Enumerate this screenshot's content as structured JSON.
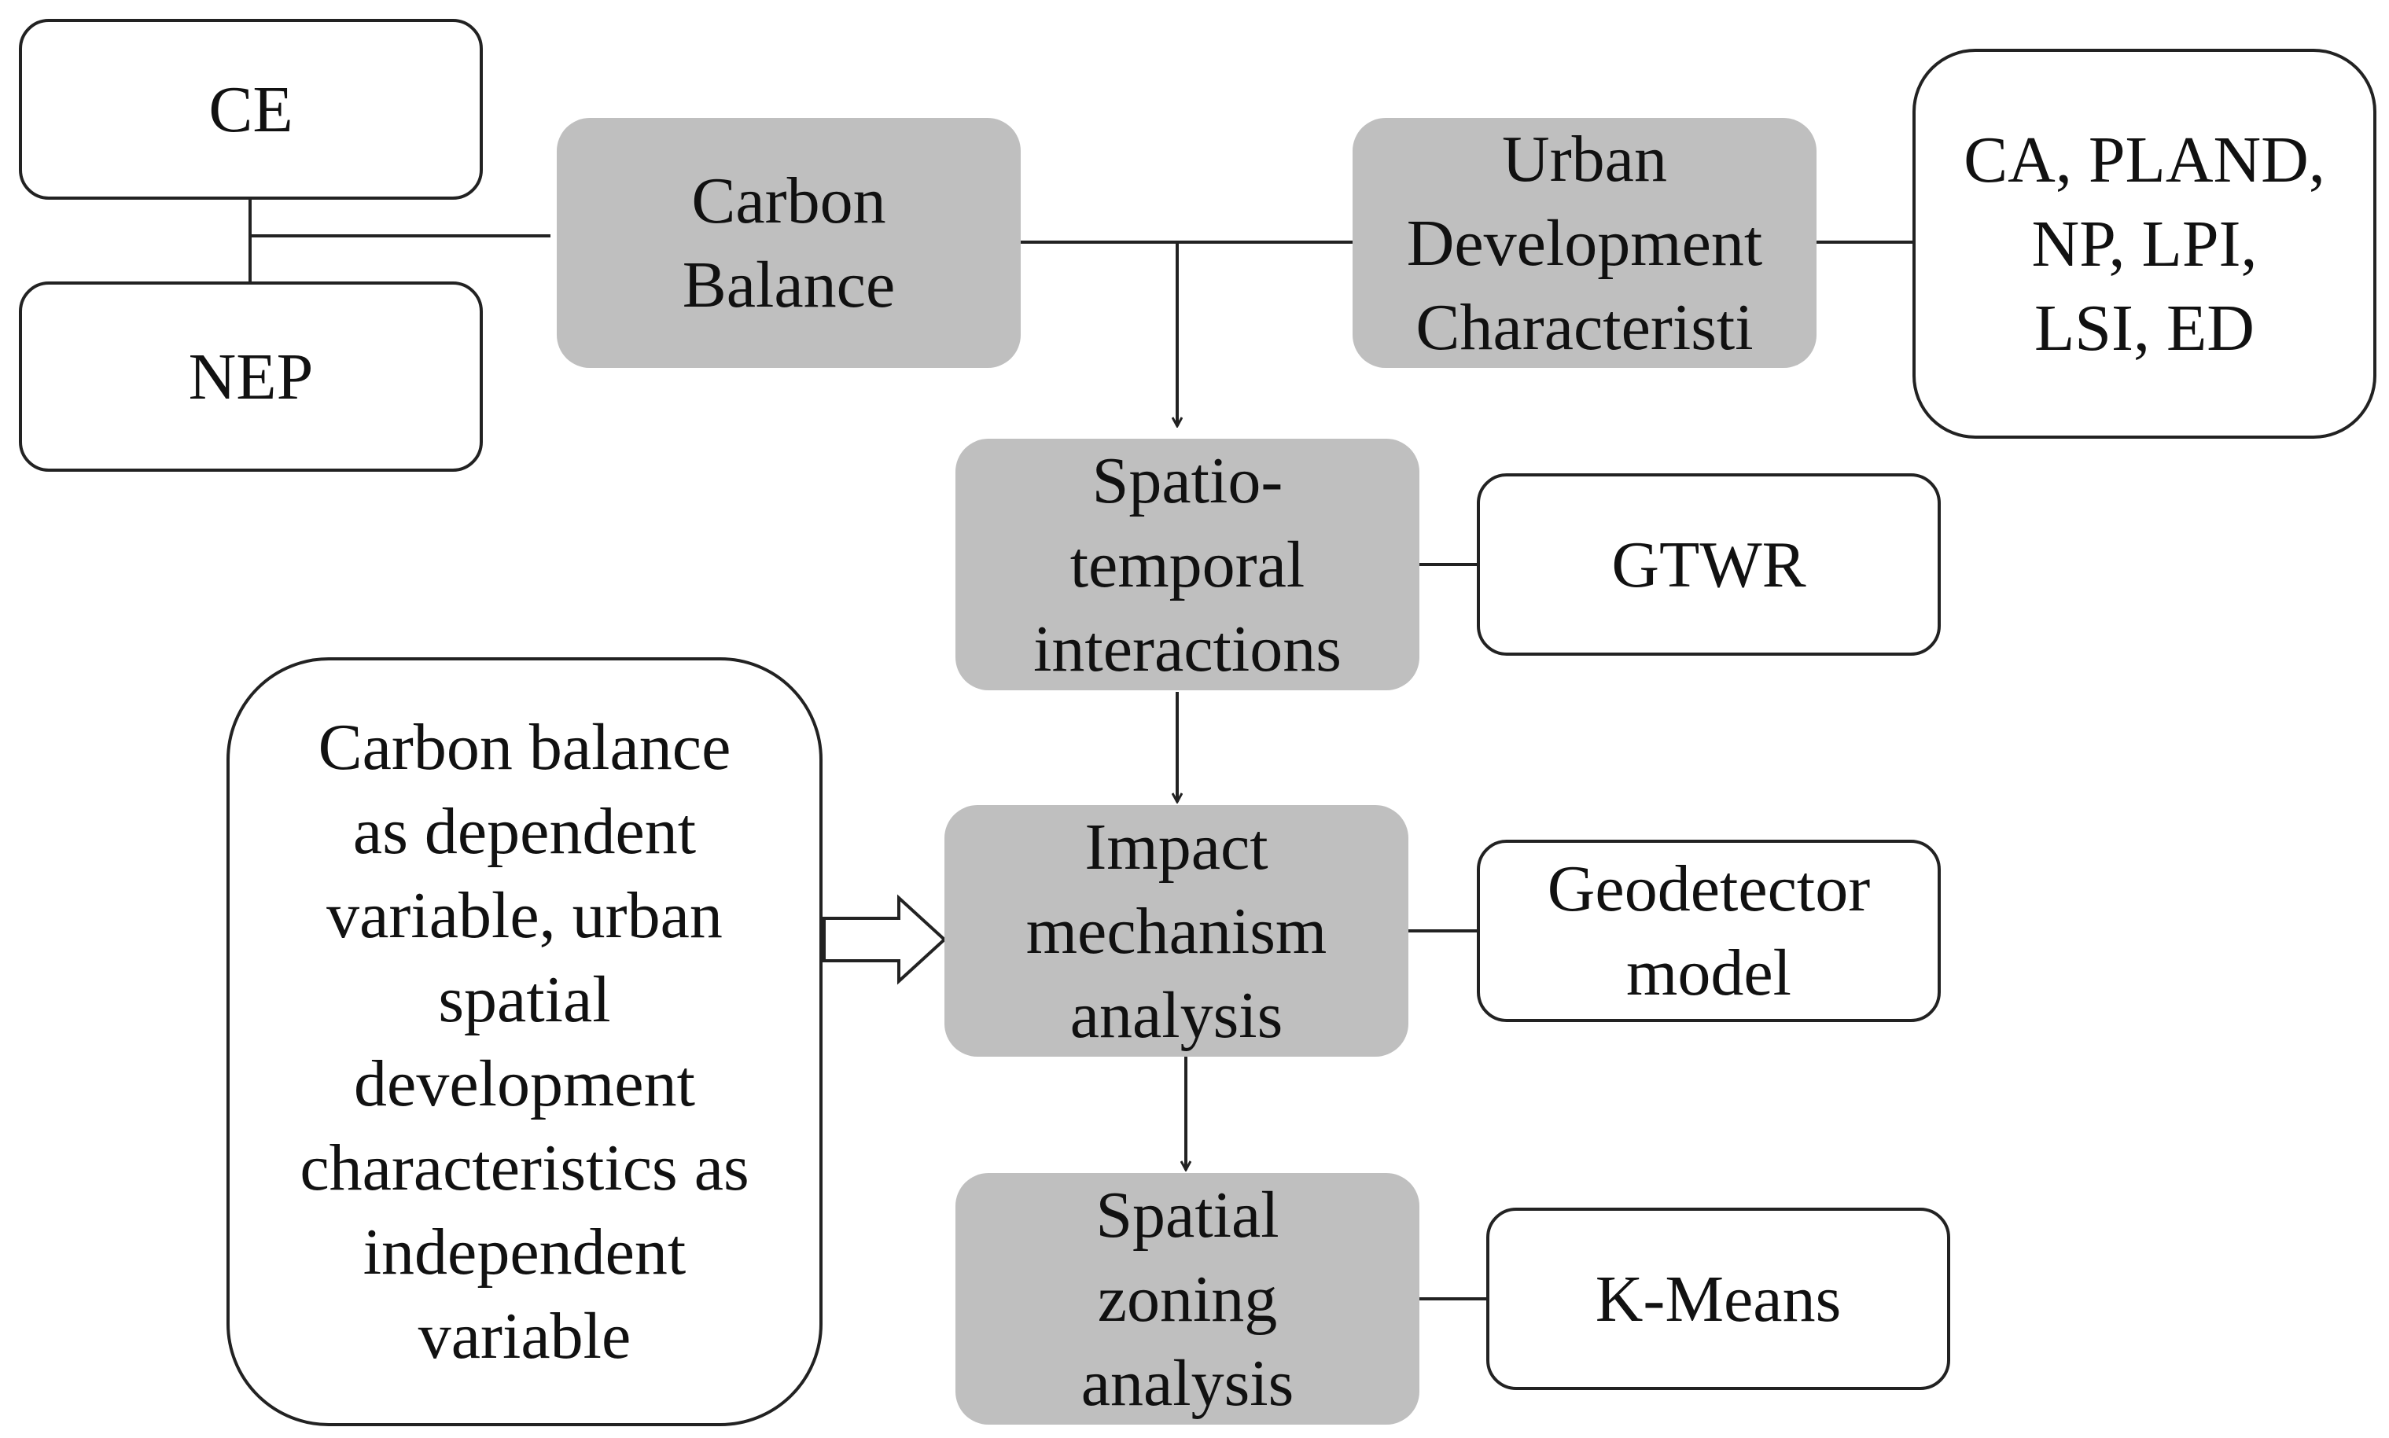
{
  "nodes": {
    "ce": "CE",
    "nep": "NEP",
    "carbon_balance": "Carbon\nBalance",
    "urban_dev": "Urban\nDevelopment\nCharacteristi",
    "metrics": "CA, PLAND,\nNP, LPI,\nLSI, ED",
    "spatio_temporal": "Spatio-\ntemporal\ninteractions",
    "gtwr": "GTWR",
    "variables_note": "Carbon balance\nas dependent\nvariable, urban\nspatial\ndevelopment\ncharacteristics as\nindependent\nvariable",
    "impact": "Impact\nmechanism\nanalysis",
    "geodetector": "Geodetector\nmodel",
    "zoning": "Spatial\nzoning\nanalysis",
    "kmeans": "K-Means"
  },
  "colors": {
    "process_fill": "#bfbfbf",
    "method_fill": "#ffffff",
    "stroke": "#222222",
    "text": "#111111"
  }
}
